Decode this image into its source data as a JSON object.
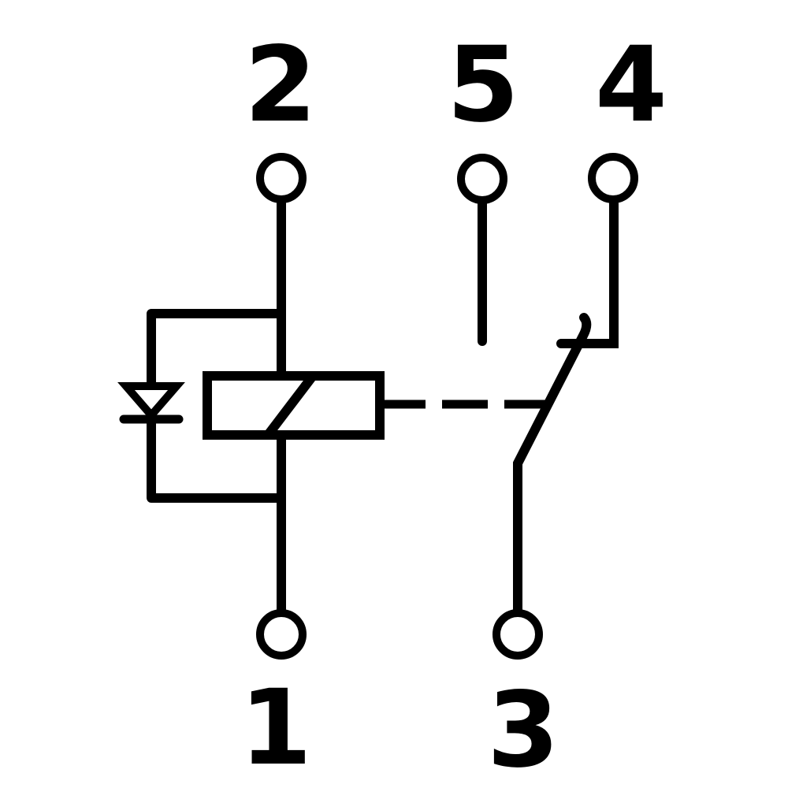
{
  "diagram": {
    "title": "relay-wiring-schematic",
    "colors": {
      "line": "#000000",
      "background": "#ffffff"
    },
    "terminals": {
      "t1": {
        "label": "1",
        "position": "bottom-left",
        "role": "coil-terminal"
      },
      "t2": {
        "label": "2",
        "position": "top-left",
        "role": "coil-terminal"
      },
      "t3": {
        "label": "3",
        "position": "bottom-middle",
        "role": "common-contact"
      },
      "t4": {
        "label": "4",
        "position": "top-right",
        "role": "switched-contact"
      },
      "t5": {
        "label": "5",
        "position": "top-middle",
        "role": "open-contact"
      }
    },
    "components": {
      "coil": "relay-coil",
      "diode": "flyback-diode",
      "switch": "changeover-contact-blade",
      "linkage": "mechanical-link-dashed"
    }
  }
}
